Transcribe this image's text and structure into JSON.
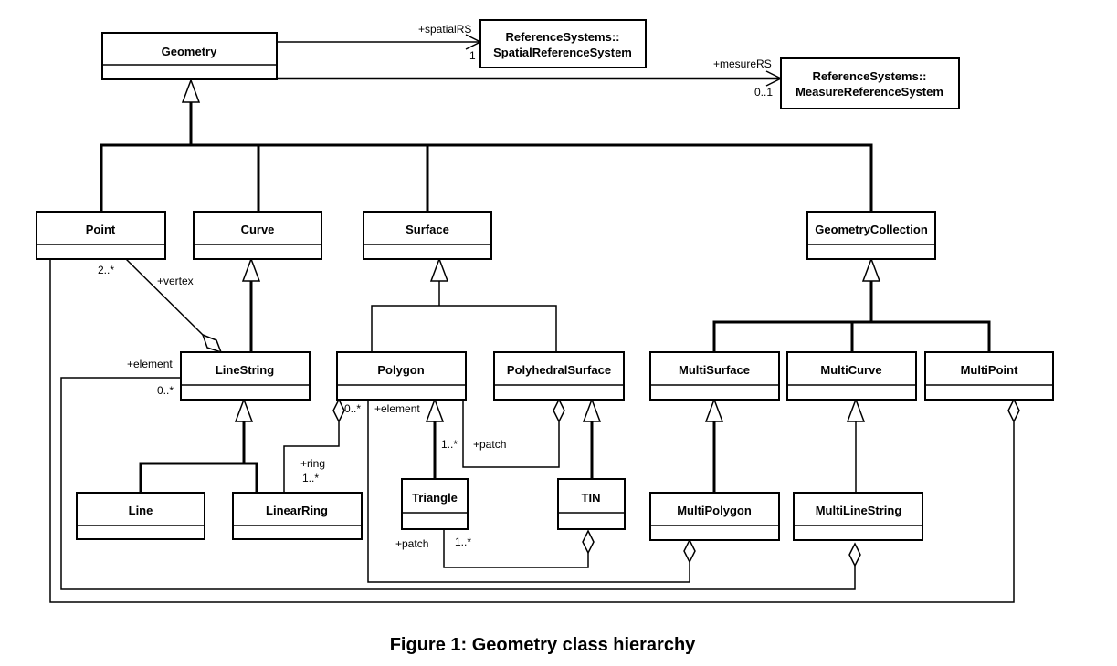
{
  "caption": "Figure 1: Geometry class hierarchy",
  "classes": {
    "geometry": "Geometry",
    "spatial_rs_1": "ReferenceSystems::",
    "spatial_rs_2": "SpatialReferenceSystem",
    "measure_rs_1": "ReferenceSystems::",
    "measure_rs_2": "MeasureReferenceSystem",
    "point": "Point",
    "curve": "Curve",
    "surface": "Surface",
    "geometry_collection": "GeometryCollection",
    "linestring": "LineString",
    "polygon": "Polygon",
    "polyhedral_surface": "PolyhedralSurface",
    "multisurface": "MultiSurface",
    "multicurve": "MultiCurve",
    "multipoint": "MultiPoint",
    "line": "Line",
    "linearring": "LinearRing",
    "triangle": "Triangle",
    "tin": "TIN",
    "multipolygon": "MultiPolygon",
    "multilinestring": "MultiLineString"
  },
  "labels": {
    "spatial_role": "+spatialRS",
    "spatial_mult": "1",
    "measure_role": "+mesureRS",
    "measure_mult": "0..1",
    "point_mult": "2..*",
    "vertex_role": "+vertex",
    "element_role": "+element",
    "element_mult": "0..*",
    "polygon_ring_mult": "0..*",
    "polygon_element_role": "+element",
    "ring_role": "+ring",
    "ring_mult": "1..*",
    "triangle_mult": "1..*",
    "patch_role_1": "+patch",
    "patch_role_2": "+patch",
    "patch_mult_2": "1..*"
  }
}
